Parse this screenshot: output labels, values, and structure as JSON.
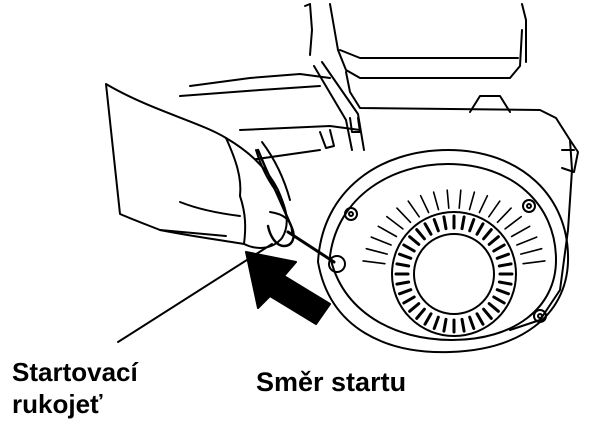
{
  "labels": {
    "handle_line1": "Startovací",
    "handle_line2": "rukojeť",
    "direction": "Směr startu"
  },
  "icons": [
    "hand-pulling-icon",
    "direction-arrow-icon",
    "recoil-starter-icon",
    "engine-housing-icon"
  ],
  "colors": {
    "ink": "#000000",
    "paper": "#ffffff"
  }
}
